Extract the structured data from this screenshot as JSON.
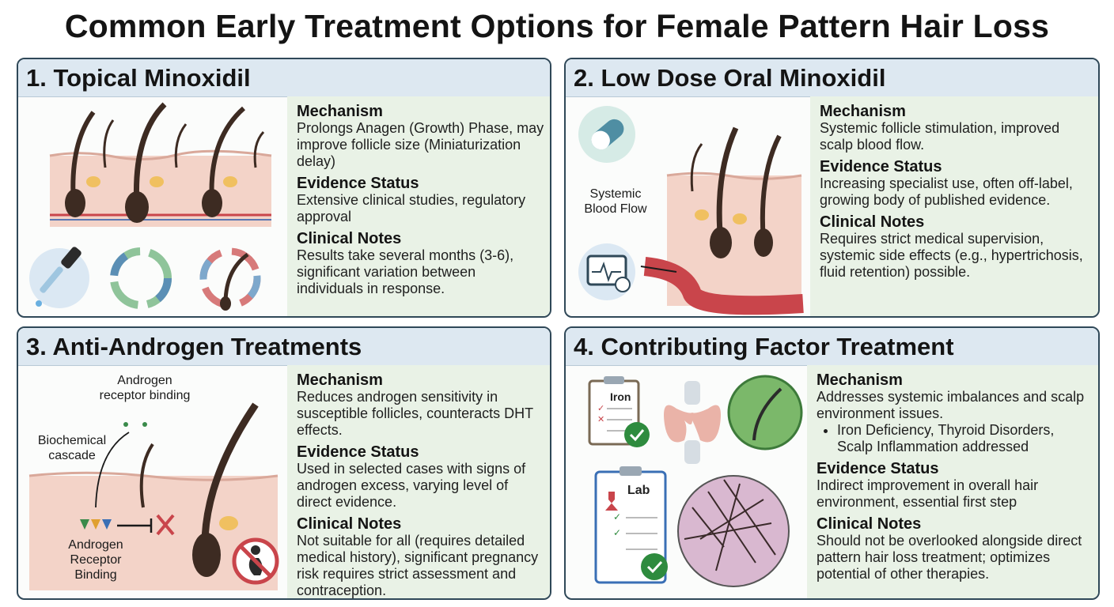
{
  "title": "Common Early Treatment Options for Female Pattern Hair Loss",
  "panels": [
    {
      "heading": "1. Topical Minoxidil",
      "mechanism_label": "Mechanism",
      "mechanism": "Prolongs Anagen (Growth) Phase, may improve follicle size (Miniaturization delay)",
      "evidence_label": "Evidence Status",
      "evidence": "Extensive clinical studies, regulatory approval",
      "notes_label": "Clinical Notes",
      "notes": "Results take several months (3-6), significant variation between individuals in response."
    },
    {
      "heading": "2. Low Dose Oral Minoxidil",
      "image_label": "Systemic Blood Flow",
      "mechanism_label": "Mechanism",
      "mechanism": "Systemic follicle stimulation, improved scalp blood flow.",
      "evidence_label": "Evidence Status",
      "evidence": "Increasing specialist use, often off-label, growing body of published evidence.",
      "notes_label": "Clinical Notes",
      "notes": "Requires strict medical supervision, systemic side effects (e.g., hypertrichosis, fluid retention) possible."
    },
    {
      "heading": "3. Anti-Androgen Treatments",
      "image_label_binding": "Androgen receptor binding",
      "image_label_cascade": "Biochemical cascade",
      "image_label_receptor": "Androgen Receptor Binding",
      "mechanism_label": "Mechanism",
      "mechanism": "Reduces androgen sensitivity in susceptible follicles, counteracts DHT effects.",
      "evidence_label": "Evidence Status",
      "evidence": "Used in selected cases with signs of androgen excess, varying level of direct evidence.",
      "notes_label": "Clinical Notes",
      "notes": "Not suitable for all (requires detailed medical history), significant pregnancy risk requires strict assessment and contraception."
    },
    {
      "heading": "4. Contributing Factor Treatment",
      "image_label_iron": "Iron",
      "image_label_lab": "Lab",
      "mechanism_label": "Mechanism",
      "mechanism": "Addresses systemic imbalances and scalp environment issues.",
      "mechanism_bullet": "Iron Deficiency, Thyroid Disorders, Scalp Inflammation addressed",
      "evidence_label": "Evidence Status",
      "evidence": "Indirect improvement in overall hair environment, essential first step",
      "notes_label": "Clinical Notes",
      "notes": "Should not be overlooked alongside direct pattern hair loss treatment; optimizes potential of other therapies."
    }
  ],
  "colors": {
    "border": "#2f4858",
    "header_bg": "#dde8f1",
    "text_bg": "#e9f2e6",
    "skin": "#f3cfc5",
    "hair": "#3d2b22",
    "vessel": "#c9454b"
  }
}
